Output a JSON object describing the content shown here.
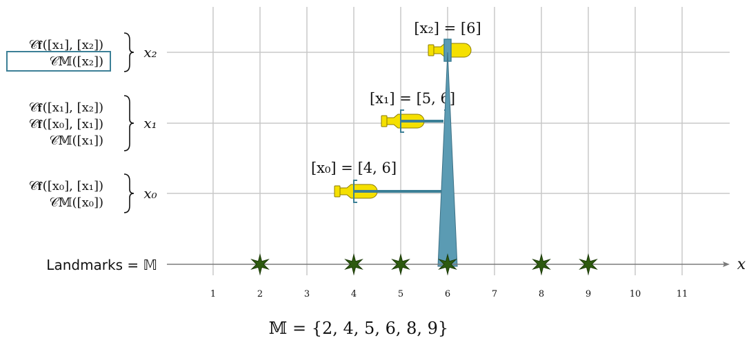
{
  "axis": {
    "label": "x",
    "ticks": [
      "1",
      "2",
      "3",
      "4",
      "5",
      "6",
      "7",
      "8",
      "9",
      "10",
      "11"
    ]
  },
  "landmarks": {
    "label": "Landmarks = 𝕄",
    "values": [
      2,
      4,
      5,
      6,
      8,
      9
    ],
    "set_caption": "𝕄 = {2, 4, 5, 6, 8, 9}",
    "star_color": "#2d5a0f"
  },
  "rows": [
    {
      "key": "x2",
      "row_label": "x₂",
      "constraints": [
        "𝒞𝐟([x₁], [x₂])",
        "𝒞𝕄([x₂])"
      ],
      "boxed_index": 1,
      "interval_label": "[x₂] = [6]",
      "interval": [
        6,
        6
      ]
    },
    {
      "key": "x1",
      "row_label": "x₁",
      "constraints": [
        "𝒞𝐟([x₁], [x₂])",
        "𝒞𝐟([x₀], [x₁])",
        "𝒞𝕄([x₁])"
      ],
      "boxed_index": -1,
      "interval_label": "[x₁] = [5, 6]",
      "interval": [
        5,
        6
      ]
    },
    {
      "key": "x0",
      "row_label": "x₀",
      "constraints": [
        "𝒞𝐟([x₀], [x₁])",
        "𝒞𝕄([x₀])"
      ],
      "boxed_index": -1,
      "interval_label": "[x₀] = [4, 6]",
      "interval": [
        4,
        6
      ]
    }
  ],
  "colors": {
    "interval": "#3b7f96",
    "cone": "#5b9bb3",
    "robot": "#f5e000",
    "robot_stroke": "#8a7a00",
    "grid": "#c8c8c8",
    "axis": "#7a7a7a"
  }
}
